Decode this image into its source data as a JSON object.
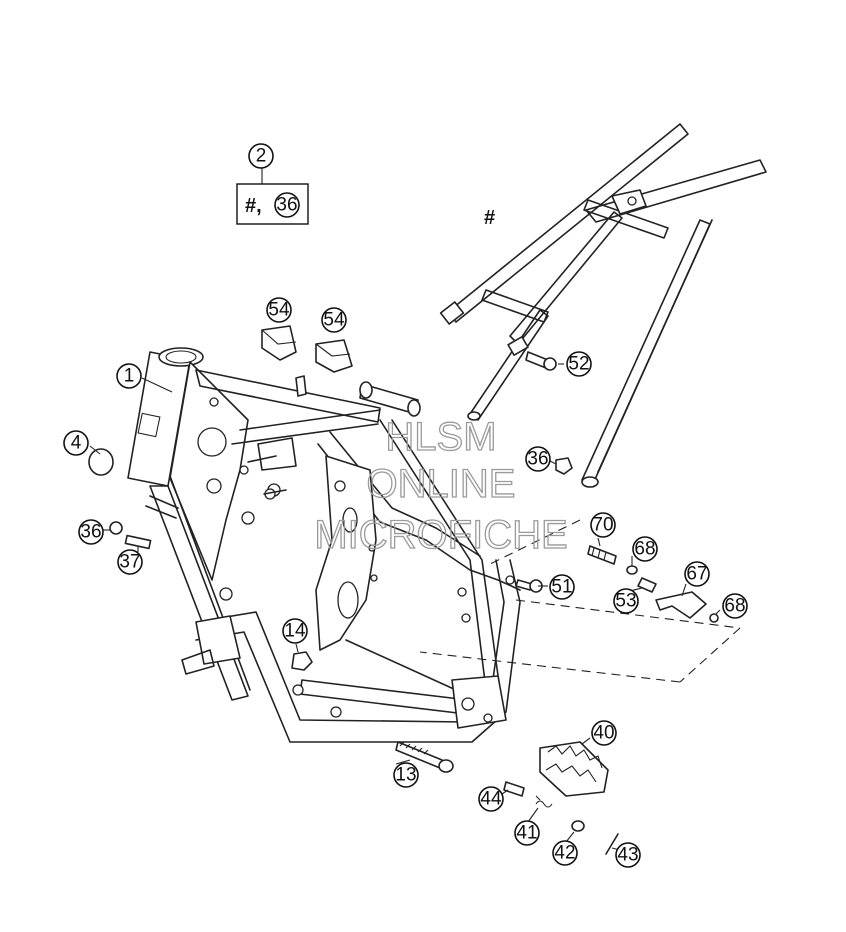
{
  "diagram": {
    "callouts": [
      {
        "id": "c2",
        "label": "2"
      },
      {
        "id": "c36box",
        "label": "36"
      },
      {
        "id": "c54a",
        "label": "54"
      },
      {
        "id": "c54b",
        "label": "54"
      },
      {
        "id": "c1",
        "label": "1"
      },
      {
        "id": "c4",
        "label": "4"
      },
      {
        "id": "c52",
        "label": "52"
      },
      {
        "id": "c36r",
        "label": "36"
      },
      {
        "id": "c36l",
        "label": "36"
      },
      {
        "id": "c37",
        "label": "37"
      },
      {
        "id": "c70",
        "label": "70"
      },
      {
        "id": "c68a",
        "label": "68"
      },
      {
        "id": "c67",
        "label": "67"
      },
      {
        "id": "c53",
        "label": "53"
      },
      {
        "id": "c68b",
        "label": "68"
      },
      {
        "id": "c51",
        "label": "51"
      },
      {
        "id": "c14",
        "label": "14"
      },
      {
        "id": "c40",
        "label": "40"
      },
      {
        "id": "c13",
        "label": "13"
      },
      {
        "id": "c44",
        "label": "44"
      },
      {
        "id": "c41",
        "label": "41"
      },
      {
        "id": "c42",
        "label": "42"
      },
      {
        "id": "c43",
        "label": "43"
      }
    ],
    "box_hash": "#,",
    "subframe_hash": "#",
    "watermark": [
      "HLSM",
      "ONLINE",
      "MICROFICHE"
    ]
  }
}
